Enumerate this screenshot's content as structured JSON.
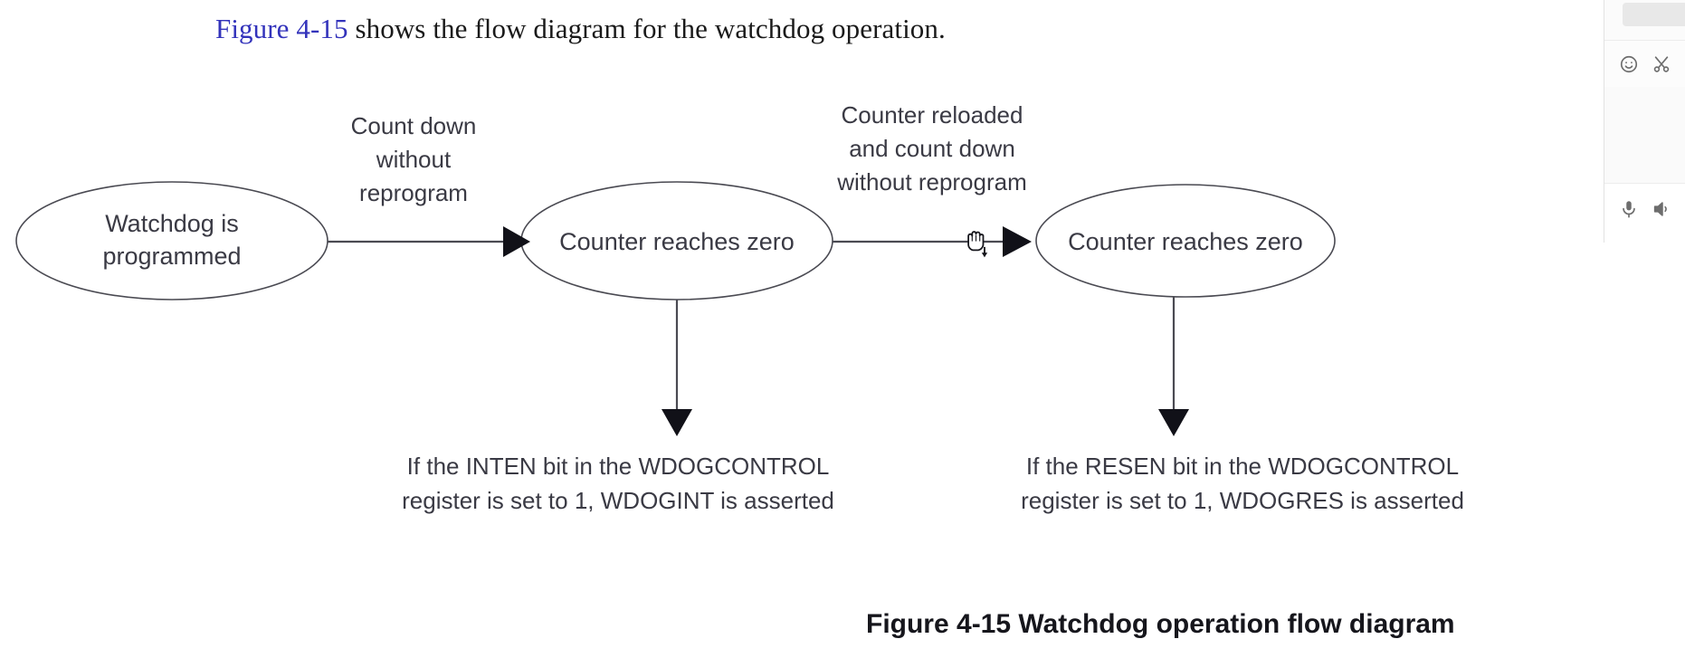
{
  "intro": {
    "figure_ref": "Figure 4-15",
    "rest": " shows the flow diagram for the watchdog operation."
  },
  "diagram": {
    "nodes": [
      {
        "id": "node-1",
        "lines": [
          "Watchdog is",
          "programmed"
        ]
      },
      {
        "id": "node-2",
        "lines": [
          "Counter reaches zero"
        ]
      },
      {
        "id": "node-3",
        "lines": [
          "Counter reaches zero"
        ]
      }
    ],
    "edge_labels": [
      {
        "id": "edge-label-1",
        "lines": [
          "Count down",
          "without",
          "reprogram"
        ]
      },
      {
        "id": "edge-label-2",
        "lines": [
          "Counter reloaded",
          "and count down",
          "without reprogram"
        ]
      }
    ],
    "outcomes": [
      {
        "id": "outcome-inten",
        "lines": [
          "If the INTEN bit in the WDOGCONTROL",
          "register is set to 1, WDOGINT is asserted"
        ]
      },
      {
        "id": "outcome-resen",
        "lines": [
          "If the RESEN bit in the WDOGCONTROL",
          "register is set to 1, WDOGRES is asserted"
        ]
      }
    ],
    "cursor": "grab-hand-cursor"
  },
  "caption": "Figure 4-15 Watchdog operation flow diagram",
  "side_panel": {
    "icons": [
      "emoji-smiley-icon",
      "scissors-icon",
      "microphone-icon",
      "speaker-icon"
    ]
  },
  "colors": {
    "figure_ref_link": "#3333bb",
    "diagram_stroke": "#4a4a52",
    "text": "#3a3a44",
    "caption": "#16161c"
  }
}
